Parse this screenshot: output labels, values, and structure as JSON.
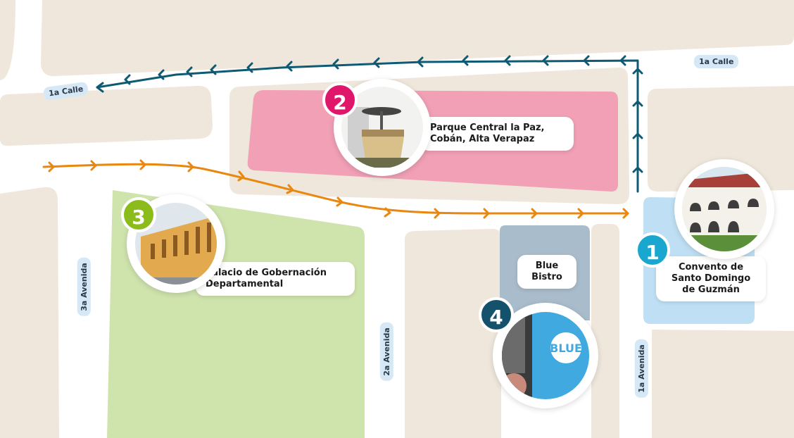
{
  "roads": {
    "calle1_left": "1a Calle",
    "calle1_right": "1a Calle",
    "avenida3": "3a Avenida",
    "avenida2": "2a Avenida",
    "avenida1": "1a Avenida"
  },
  "places": [
    {
      "number": "1",
      "lines": [
        "Convento de",
        "Santo Domingo",
        "de Guzmán"
      ],
      "color": "#19a7d0"
    },
    {
      "number": "2",
      "lines": [
        "Parque Central la Paz,",
        "Cobán, Alta Verapaz"
      ],
      "color": "#e0166b"
    },
    {
      "number": "3",
      "lines": [
        "Palacio de Gobernación",
        "Departamental"
      ],
      "color": "#8cbc1c"
    },
    {
      "number": "4",
      "lines": [
        "Blue",
        "Bistro"
      ],
      "color": "#14526b"
    }
  ],
  "colors": {
    "block": "#efe7dc",
    "road": "#ffffff",
    "park_pink": "#f1a0b6",
    "park_green": "#cfe3ad",
    "convent_blue": "#bfe0f4",
    "bistro_gray": "#a9bccb",
    "route_orange": "#e9870e",
    "route_teal": "#0f5a73"
  },
  "icons": {
    "photo_1": "convent-photo-icon",
    "photo_2": "park-kiosk-photo-icon",
    "photo_3": "palace-photo-icon",
    "photo_4": "bistro-photo-icon"
  }
}
